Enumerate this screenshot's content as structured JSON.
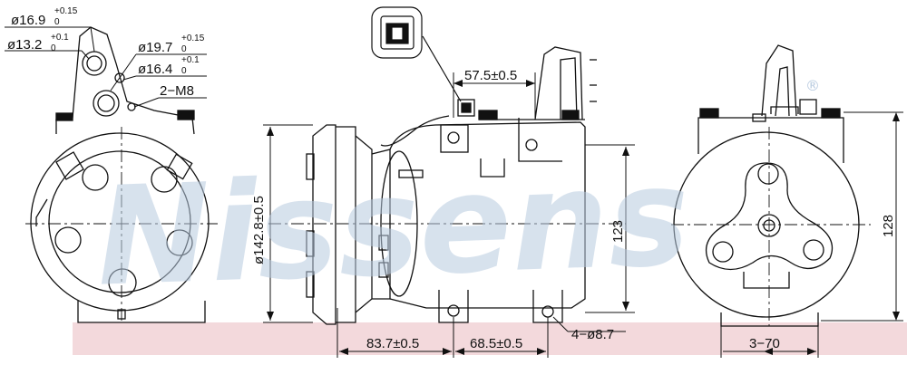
{
  "watermark": {
    "brand": "Nissens",
    "mark": "®"
  },
  "colors": {
    "line": "#111111",
    "band": "#f3d9dc",
    "watermark": "#b8cbe0"
  },
  "dimensions": {
    "d169": {
      "main": "ø16.9",
      "sup": "+0.15",
      "sub": "0"
    },
    "d132": {
      "main": "ø13.2",
      "sup": "+0.1",
      "sub": "0"
    },
    "d197": {
      "main": "ø19.7",
      "sup": "+0.15",
      "sub": "0"
    },
    "d164": {
      "main": "ø16.4",
      "sup": "+0.1",
      "sub": "0"
    },
    "m8": "2−M8",
    "pulley": "ø142.8±0.5",
    "connector": "57.5±0.5",
    "height123": "123",
    "len837": "83.7±0.5",
    "len685": "68.5±0.5",
    "holes": "4−ø8.7",
    "height128": "128",
    "width370": "3−70"
  }
}
